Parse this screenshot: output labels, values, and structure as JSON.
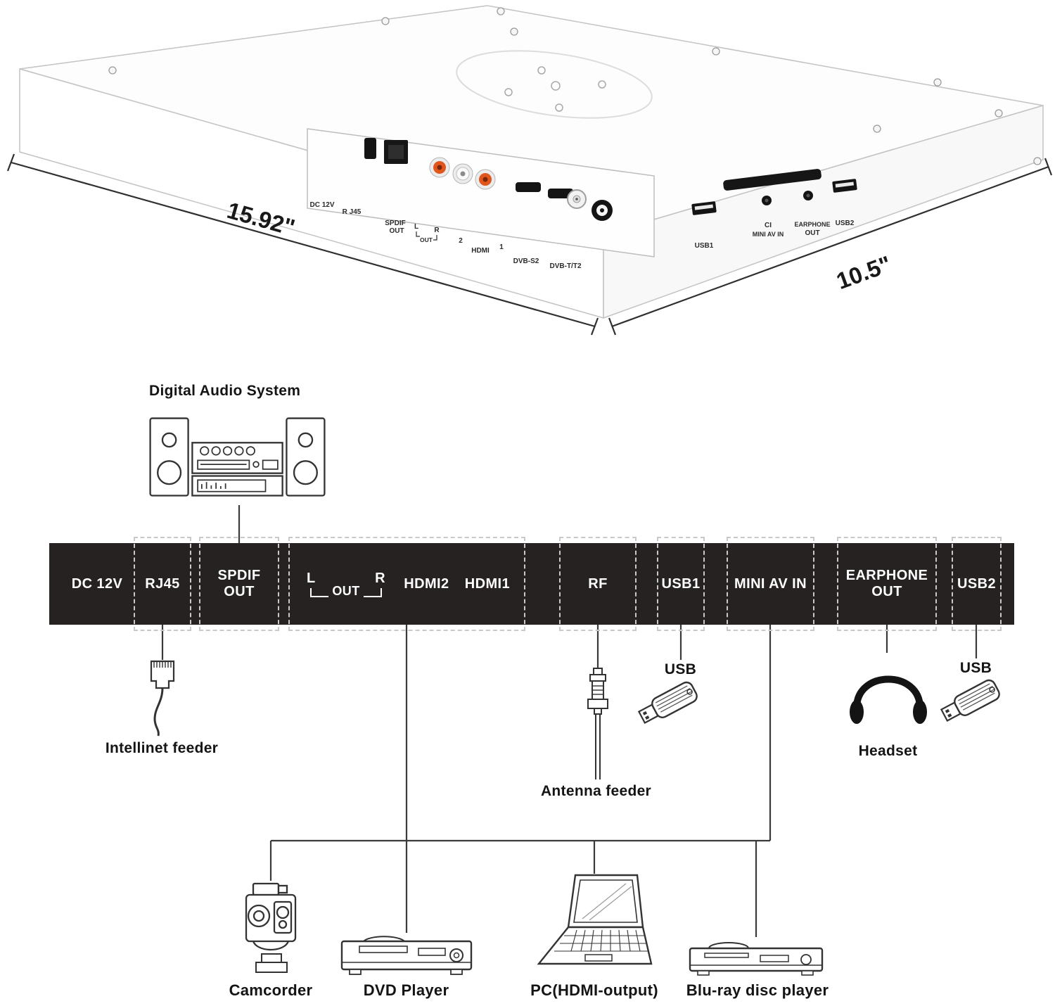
{
  "device_view": {
    "dimensions": {
      "width_label": "15.92\"",
      "depth_label": "10.5\""
    },
    "port_labels": {
      "dc": "DC 12V",
      "rj45": "R J45",
      "spdif_line1": "SPDIF",
      "spdif_line2": "OUT",
      "l": "L",
      "r": "R",
      "out": "OUT",
      "hdmi": "HDMI",
      "hdmi_2": "2",
      "hdmi_1": "1",
      "dvb_s2": "DVB-S2",
      "dvb_t": "DVB-T/T2",
      "usb1": "USB1",
      "ci": "CI",
      "mini_av": "MINI AV IN",
      "earphone_line1": "EARPHONE",
      "earphone_line2": "OUT",
      "usb2": "USB2"
    }
  },
  "diagram": {
    "audio_system_label": "Digital Audio System",
    "panel": {
      "dc": "DC 12V",
      "rj45": "RJ45",
      "spdif_line1": "SPDIF",
      "spdif_line2": "OUT",
      "l": "L",
      "out": "OUT",
      "r": "R",
      "hdmi2": "HDMI2",
      "hdmi1": "HDMI1",
      "rf": "RF",
      "usb1": "USB1",
      "mini_av": "MINI AV IN",
      "earphone_line1": "EARPHONE",
      "earphone_line2": "OUT",
      "usb2": "USB2"
    },
    "peripherals": {
      "intellinet": "Intellinet feeder",
      "antenna": "Antenna feeder",
      "usb_left": "USB",
      "usb_right": "USB",
      "headset": "Headset",
      "camcorder": "Camcorder",
      "dvd": "DVD Player",
      "pc": "PC(HDMI-output)",
      "bluray": "Blu-ray disc player"
    }
  },
  "colors": {
    "panel_bg": "#262222",
    "connector_line": "#3a3a3a",
    "rca_orange": "#e0561c"
  }
}
